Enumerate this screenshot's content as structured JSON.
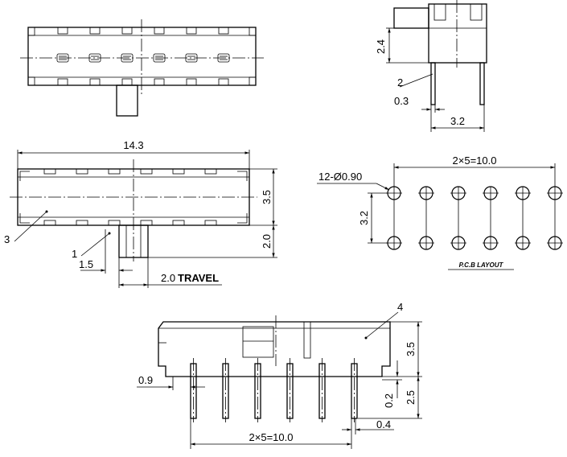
{
  "top_view": {},
  "side_view": {
    "dim_height": "2.4",
    "callout_pin": "2",
    "dim_pin_width": "0.3",
    "dim_pin_spacing": "3.2"
  },
  "front_view": {
    "dim_length": "14.3",
    "dim_height": "3.5",
    "dim_actuator": "2.0",
    "dim_actuator_width": "1.5",
    "travel_value": "2.0",
    "travel_word": "TRAVEL",
    "callout_body": "3",
    "callout_actuator": "1"
  },
  "pcb_layout": {
    "title": "P.C.B LAYOUT",
    "hole_spec": "12-Ø0.90",
    "dim_pitch": "2×5=10.0",
    "dim_row_spacing": "3.2"
  },
  "bottom_view": {
    "callout_housing": "4",
    "dim_height": "3.5",
    "dim_pin_length": "2.5",
    "dim_standoff": "0.2",
    "dim_pin_thickness": "0.4",
    "dim_pin_offset": "0.9",
    "dim_pitch": "2×5=10.0"
  }
}
